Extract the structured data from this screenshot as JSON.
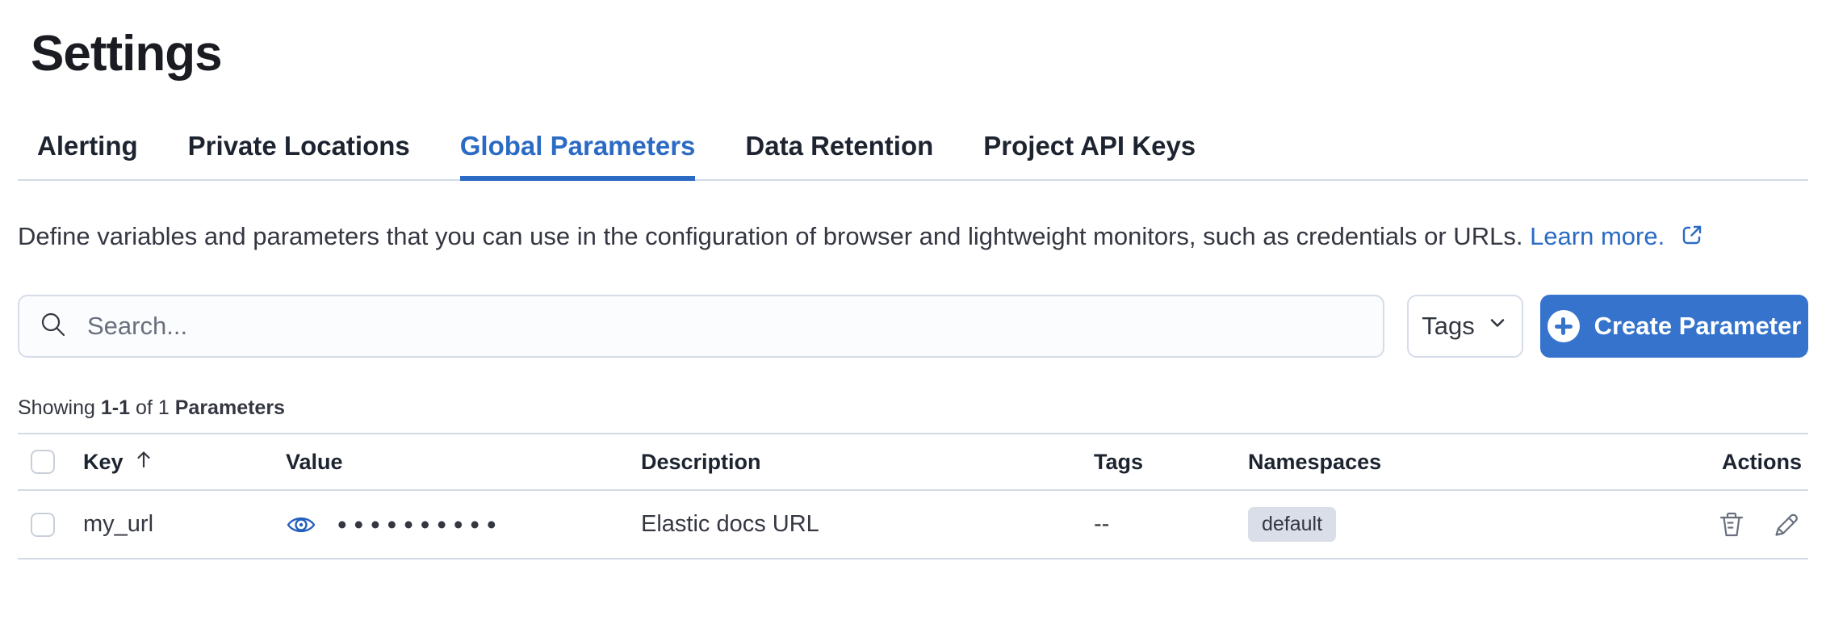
{
  "page": {
    "title": "Settings"
  },
  "tabs": [
    {
      "label": "Alerting",
      "active": false
    },
    {
      "label": "Private Locations",
      "active": false
    },
    {
      "label": "Global Parameters",
      "active": true
    },
    {
      "label": "Data Retention",
      "active": false
    },
    {
      "label": "Project API Keys",
      "active": false
    }
  ],
  "description": {
    "text": "Define variables and parameters that you can use in the configuration of browser and lightweight monitors, such as credentials or URLs.",
    "link_label": "Learn more."
  },
  "toolbar": {
    "search_placeholder": "Search...",
    "tags_button": "Tags",
    "create_button": "Create Parameter"
  },
  "summary": {
    "showing": "Showing",
    "range": "1-1",
    "of": "of 1",
    "entity": "Parameters"
  },
  "table": {
    "headers": {
      "key": "Key",
      "value": "Value",
      "description": "Description",
      "tags": "Tags",
      "namespaces": "Namespaces",
      "actions": "Actions"
    },
    "sort": {
      "column": "Key",
      "direction": "ascending"
    },
    "rows": [
      {
        "key": "my_url",
        "masked_value": "••••••••••",
        "description": "Elastic docs URL",
        "tags": "--",
        "namespace": "default"
      }
    ]
  },
  "colors": {
    "accent_blue": "#2b6bc4",
    "button_blue": "#3573cc",
    "border": "#d3dae6",
    "badge_bg": "#d9dee8",
    "text": "#343741",
    "muted_gray": "#69707d"
  }
}
